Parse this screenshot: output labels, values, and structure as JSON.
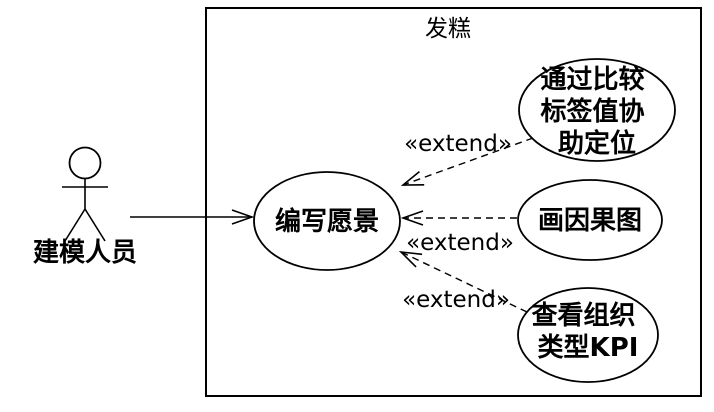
{
  "diagram": {
    "system_title": "发糕",
    "actor": {
      "label": "建模人员"
    },
    "use_cases": {
      "write_vision": {
        "label": "编写愿景"
      },
      "compare_tag_values": {
        "label": "通过比较标签值协助定位",
        "lines": [
          "通过比较",
          "标签值协",
          "助定位"
        ]
      },
      "draw_cause_effect": {
        "label": "画因果图"
      },
      "view_org_kpi": {
        "label": "查看组织类型KPI",
        "lines": [
          "查看组织",
          "类型KPI"
        ]
      }
    },
    "relations": {
      "actor_association": {
        "from": "建模人员",
        "to": "编写愿景",
        "style": "solid-arrow"
      },
      "extend_top": {
        "label": "«extend»",
        "from": "通过比较标签值协助定位",
        "to": "编写愿景",
        "style": "dashed-arrow"
      },
      "extend_middle": {
        "label": "«extend»",
        "from": "画因果图",
        "to": "编写愿景",
        "style": "dashed-arrow"
      },
      "extend_bottom": {
        "label": "«extend»",
        "from": "查看组织类型KPI",
        "to": "编写愿景",
        "style": "dashed-arrow"
      }
    },
    "colors": {
      "stroke": "#000000",
      "text": "#000000",
      "background": "#ffffff"
    }
  }
}
